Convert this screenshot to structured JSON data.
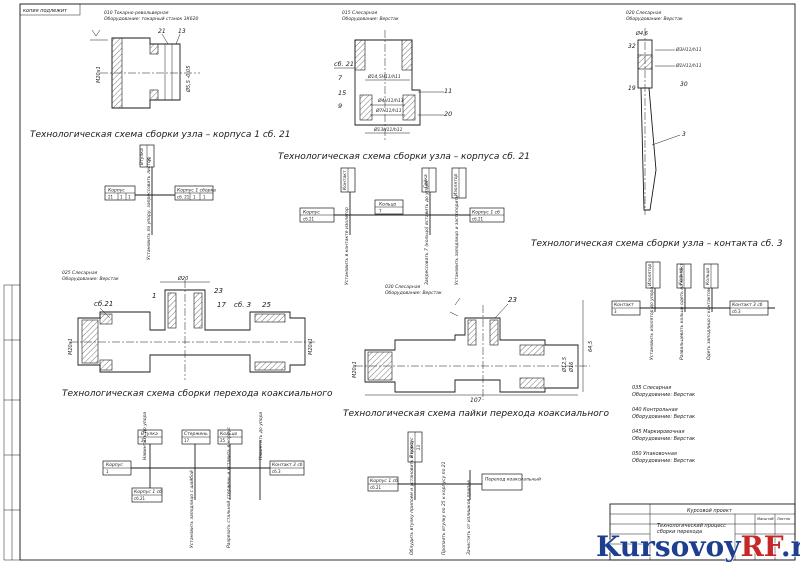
{
  "frame": {
    "corner_text": "копия подлежит"
  },
  "schemes": {
    "housing_1": {
      "op_note_1": "010 Токарно-револьверная",
      "op_note_2": "Оборудование: токарный станок 1К620",
      "title": "Технологическая схема сборки узла – корпуса 1 сб. 21",
      "callouts": [
        "21",
        "13"
      ],
      "dims": [
        "М20х1",
        "Ø5,5 -0,05"
      ],
      "tree": {
        "center": "Корпус",
        "left": {
          "name": "Корпус",
          "nums": [
            "21",
            "1",
            "1"
          ]
        },
        "top": {
          "name": "Втулка",
          "nums": [
            "13",
            "1"
          ]
        },
        "right": {
          "name": "Корпус 1 сборка",
          "nums": [
            "сб. 21",
            "1",
            "1"
          ]
        },
        "instruction": "Установить по упору, запрессовать листок"
      }
    },
    "housing_21": {
      "op_note_1": "015 Слесарная",
      "op_note_2": "Оборудование: Верстак",
      "title": "Технологическая схема сборки узла – корпуса сб. 21",
      "callouts": [
        "сб. 21",
        "7",
        "15",
        "9",
        "11",
        "20"
      ],
      "dims": [
        "Ø14,5Н11/h11",
        "Ø4Н11/h11",
        "Ø7Н11/h11",
        "Ø13Н11/h11"
      ],
      "tree": {
        "center": "Кольцо",
        "boxes": [
          {
            "name": "Корпус",
            "nums": [
              "1",
              "сб.21",
              "1"
            ]
          },
          {
            "name": "Контакт",
            "nums": [
              "9",
              "1"
            ]
          },
          {
            "name": "Кольцо",
            "nums": [
              "7",
              "1"
            ]
          },
          {
            "name": "Гайка",
            "nums": [
              "11",
              "1"
            ]
          },
          {
            "name": "Изолятор",
            "nums": [
              "15",
              "1"
            ]
          },
          {
            "name": "Корпус 1 сб",
            "nums": [
              "сб.21",
              "1"
            ]
          }
        ],
        "instructions": [
          "Установить в контакте изолятор",
          "Запрессовать 7 (кольцо) вставить до упора",
          "Установить заподлицо и застопорить"
        ]
      }
    },
    "contact_3": {
      "op_note_1": "020 Слесарная",
      "op_note_2": "Оборудование: Верстак",
      "title": "Технологическая схема сборки узла – контакта сб. 3",
      "callouts": [
        "Ø4,6",
        "32",
        "19",
        "30",
        "3"
      ],
      "dims": [
        "Ø3Н11/h11",
        "Ø1Н11/h11"
      ],
      "tree": {
        "boxes": [
          {
            "name": "Контакт",
            "nums": [
              "3",
              "1"
            ]
          },
          {
            "name": "Изолятор",
            "nums": [
              "32",
              "1"
            ]
          },
          {
            "name": "Кольцо",
            "nums": [
              "19",
              "1"
            ]
          },
          {
            "name": "Кольцо",
            "nums": [
              "30",
              "1"
            ]
          },
          {
            "name": "Контакт 3 сб",
            "nums": [
              "сб.3",
              "1"
            ]
          }
        ],
        "instructions": [
          "Установить изолятор до упора",
          "Развальцевать кольцо одеть на контакт",
          "Одеть заподлицо с контактом"
        ]
      }
    },
    "coax_assembly": {
      "op_note_1": "025 Слесарная",
      "op_note_2": "Оборудование: Верстак",
      "title": "Технологическая схема сборки перехода коаксиального",
      "callouts": [
        "сб.21",
        "1",
        "23",
        "17",
        "сб. 3",
        "25",
        "Ø20"
      ],
      "dims": [
        "М20х1",
        "М20х1"
      ],
      "tree": {
        "center": "Корпус",
        "boxes": [
          {
            "name": "Корпус",
            "nums": [
              "1",
              "сб.21",
              "1"
            ]
          },
          {
            "name": "Втулка",
            "nums": [
              "23",
              "1"
            ]
          },
          {
            "name": "Стержень",
            "nums": [
              "17",
              "1"
            ]
          },
          {
            "name": "Кольцо",
            "nums": [
              "25",
              "1"
            ]
          },
          {
            "name": "Корпус 1 сб",
            "nums": [
              "сб.21",
              "1"
            ]
          },
          {
            "name": "Контакт 3 сб",
            "nums": [
              "сб.3",
              "1"
            ]
          }
        ],
        "instructions": [
          "Навинтить до упора",
          "Установить заподлицо с шайбой",
          "Разрезать стальной стержень и вставить в корпус",
          "Навинтить до упора"
        ]
      }
    },
    "coax_soldering": {
      "op_note_1": "030 Слесарная",
      "op_note_2": "Оборудование: Верстак",
      "title": "Технологическая схема пайки перехода коаксиального",
      "callouts": [
        "23",
        "107",
        "64,5"
      ],
      "dims": [
        "М20х1",
        "М20х1",
        "Ø16",
        "Ø12,5"
      ],
      "tree": {
        "boxes": [
          {
            "name": "Втулка",
            "nums": [
              "23",
              "1"
            ]
          },
          {
            "name": "Корпус 1 сб",
            "nums": [
              "сб.21",
              "1"
            ]
          },
          {
            "name": "Переход коаксиальный",
            "nums": []
          }
        ],
        "instructions": [
          "Облудить втулку припоем и установить в корпус",
          "Пропаять втулку по 25 к корпусу по 21",
          "Зачистить от излишков припоя"
        ]
      }
    }
  },
  "operations_list": [
    {
      "line1": "035 Слесарная",
      "line2": "Оборудование: Верстак"
    },
    {
      "line1": "040 Контрольная",
      "line2": "Оборудование: Верстак"
    },
    {
      "line1": "045 Маркировочная",
      "line2": "Оборудование: Верстак"
    },
    {
      "line1": "050 Упаковочная",
      "line2": "Оборудование: Верстак"
    }
  ],
  "title_block": {
    "project": "Курсовой проект",
    "doc_title_1": "Технологический процесс",
    "doc_title_2": "сборки перехода",
    "sheet_label": "Масштаб",
    "sheets_label": "Листов",
    "watermark": "KursovoyRF.ru"
  },
  "colors": {
    "ink": "#1a1a1a",
    "watermark_blue": "#1e3f8f",
    "watermark_red": "#c62828"
  }
}
